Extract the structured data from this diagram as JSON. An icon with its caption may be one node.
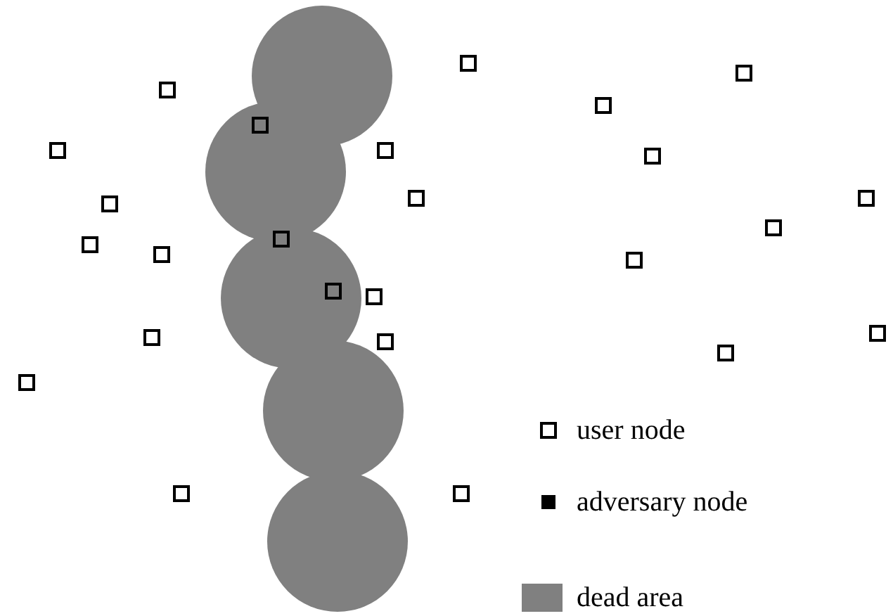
{
  "diagram": {
    "legend": [
      {
        "text": "user node"
      },
      {
        "text": "adversary node",
        "color": "#000000"
      },
      {
        "text": "dead area",
        "color": "#808080"
      }
    ]
  }
}
